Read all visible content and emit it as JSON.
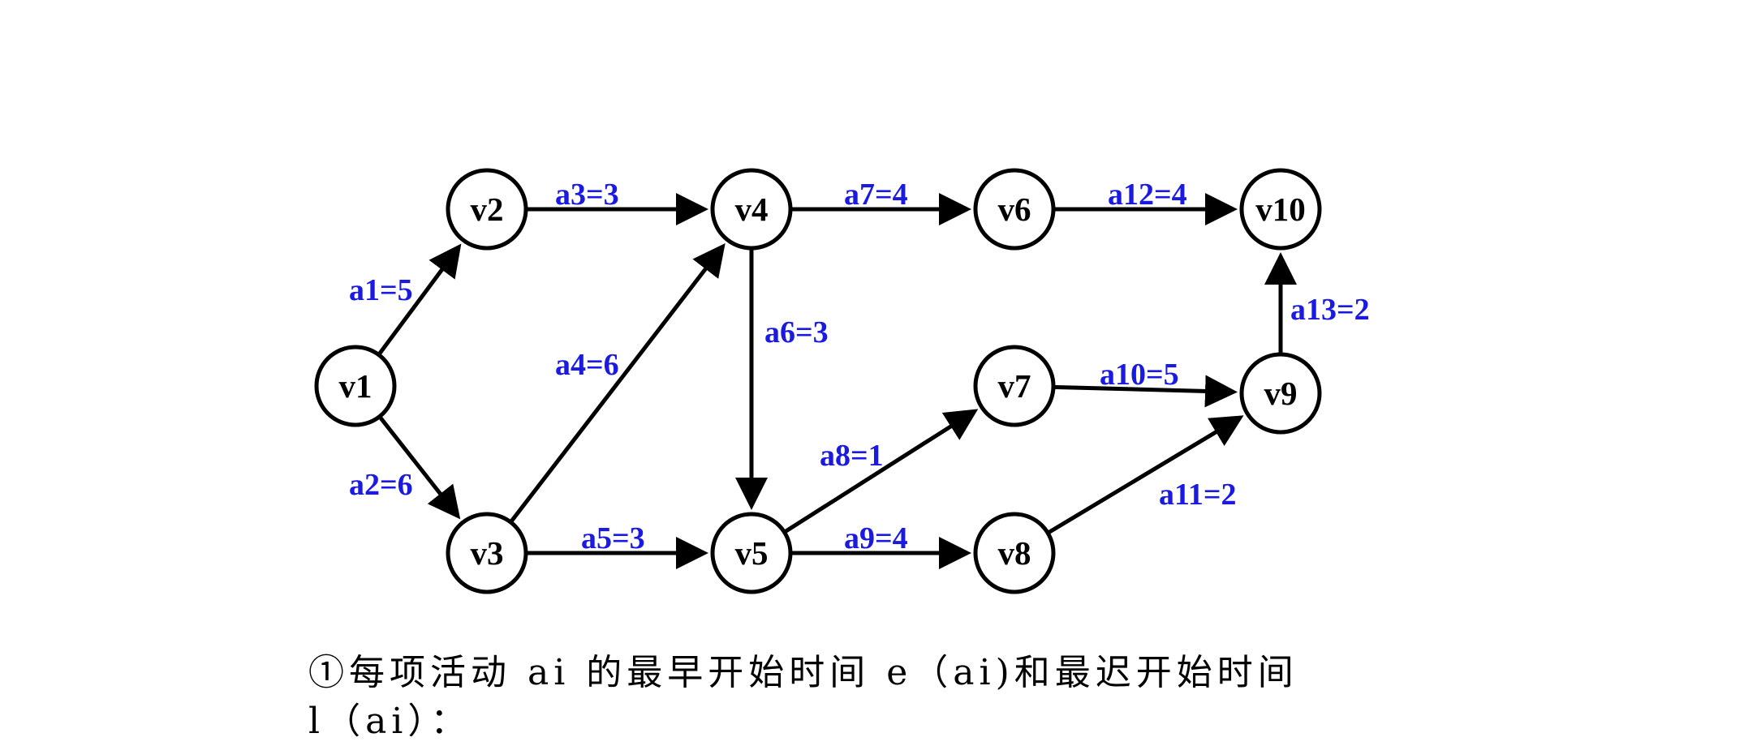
{
  "colors": {
    "edge_label": "#1a1ae0",
    "node_stroke": "#000000"
  },
  "nodes": [
    {
      "id": "v1",
      "label": "v1"
    },
    {
      "id": "v2",
      "label": "v2"
    },
    {
      "id": "v3",
      "label": "v3"
    },
    {
      "id": "v4",
      "label": "v4"
    },
    {
      "id": "v5",
      "label": "v5"
    },
    {
      "id": "v6",
      "label": "v6"
    },
    {
      "id": "v7",
      "label": "v7"
    },
    {
      "id": "v8",
      "label": "v8"
    },
    {
      "id": "v9",
      "label": "v9"
    },
    {
      "id": "v10",
      "label": "v10"
    }
  ],
  "edges": [
    {
      "id": "a1",
      "from": "v1",
      "to": "v2",
      "label": "a1=5"
    },
    {
      "id": "a2",
      "from": "v1",
      "to": "v3",
      "label": "a2=6"
    },
    {
      "id": "a3",
      "from": "v2",
      "to": "v4",
      "label": "a3=3"
    },
    {
      "id": "a4",
      "from": "v3",
      "to": "v4",
      "label": "a4=6"
    },
    {
      "id": "a5",
      "from": "v3",
      "to": "v5",
      "label": "a5=3"
    },
    {
      "id": "a6",
      "from": "v4",
      "to": "v5",
      "label": "a6=3"
    },
    {
      "id": "a7",
      "from": "v4",
      "to": "v6",
      "label": "a7=4"
    },
    {
      "id": "a8",
      "from": "v5",
      "to": "v7",
      "label": "a8=1"
    },
    {
      "id": "a9",
      "from": "v5",
      "to": "v8",
      "label": "a9=4"
    },
    {
      "id": "a10",
      "from": "v7",
      "to": "v9",
      "label": "a10=5"
    },
    {
      "id": "a11",
      "from": "v8",
      "to": "v9",
      "label": "a11=2"
    },
    {
      "id": "a12",
      "from": "v6",
      "to": "v10",
      "label": "a12=4"
    },
    {
      "id": "a13",
      "from": "v9",
      "to": "v10",
      "label": "a13=2"
    }
  ],
  "caption": {
    "line1": "①每项活动 ai 的最早开始时间 e（ai)和最迟开始时间",
    "line2": "l（ai）："
  }
}
